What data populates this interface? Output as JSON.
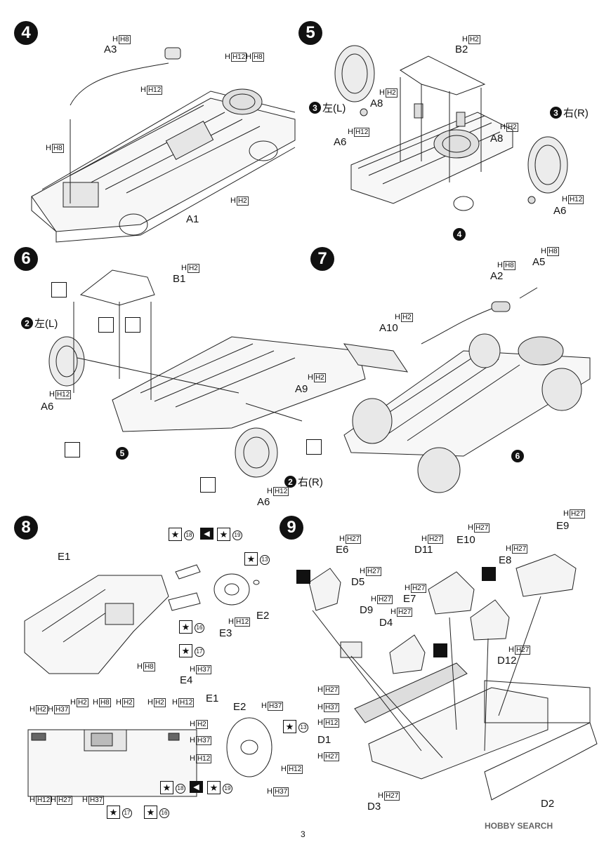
{
  "steps": [
    "4",
    "5",
    "6",
    "7",
    "8",
    "9"
  ],
  "step4": {
    "parts": [
      "A3",
      "A1"
    ],
    "paints": [
      "H8",
      "H12",
      "H12",
      "H8",
      "H8",
      "H2"
    ]
  },
  "step5": {
    "parts": [
      "B2",
      "A8",
      "A6",
      "A8",
      "A6"
    ],
    "paints": [
      "H2",
      "H2",
      "H12",
      "H2",
      "H12"
    ],
    "left_label": "左(L)",
    "right_label": "右(R)",
    "left_ref": "3",
    "right_ref": "3",
    "bottom_ref": "4"
  },
  "step6": {
    "parts": [
      "B1",
      "A6",
      "A9",
      "A6"
    ],
    "paints": [
      "H2",
      "H12",
      "H2",
      "H12"
    ],
    "left_label": "左(L)",
    "right_label": "右(R)",
    "left_ref": "2",
    "right_ref": "2",
    "bottom_ref": "5"
  },
  "step7": {
    "parts": [
      "A5",
      "A2",
      "A10"
    ],
    "paints": [
      "H8",
      "H8",
      "H2"
    ],
    "bottom_ref": "6"
  },
  "step8": {
    "parts": [
      "E1",
      "E2",
      "E3",
      "E4",
      "E1",
      "E2"
    ],
    "paints": [
      "H12",
      "H8",
      "H37",
      "H2",
      "H37",
      "H2",
      "H8",
      "H2",
      "H2",
      "H12",
      "H2",
      "H37",
      "H12",
      "H12",
      "H27",
      "H37",
      "H37",
      "H12",
      "H37"
    ],
    "decals": [
      "18",
      "19",
      "13",
      "16",
      "17",
      "18",
      "19",
      "17",
      "16",
      "13"
    ]
  },
  "step9": {
    "parts": [
      "E6",
      "D5",
      "D9",
      "D11",
      "E10",
      "E7",
      "D4",
      "E8",
      "E9",
      "D12",
      "D1",
      "D3",
      "D2"
    ],
    "paints": [
      "H27",
      "H27",
      "H27",
      "H27",
      "H27",
      "H27",
      "H27",
      "H27",
      "H27",
      "H27",
      "H27",
      "H37",
      "H12",
      "H27",
      "H27"
    ]
  },
  "footer": {
    "page": "3",
    "watermark": "HOBBY SEARCH"
  }
}
